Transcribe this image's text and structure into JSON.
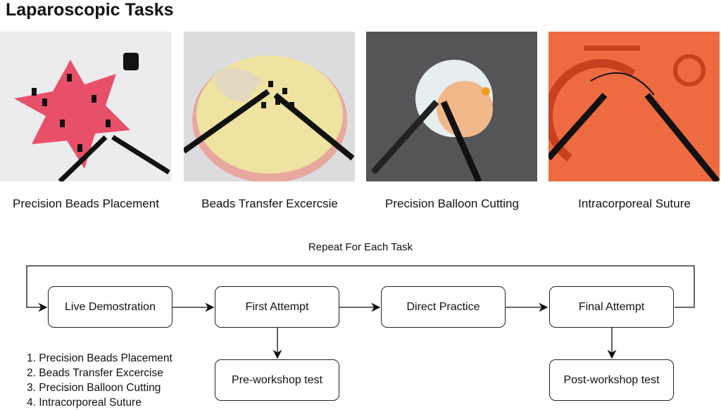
{
  "title": "Laparoscopic Tasks",
  "tasks": [
    {
      "caption": "Precision Beads Placement",
      "photo": "star-pegboard-photo"
    },
    {
      "caption": "Beads Transfer Excercsie",
      "photo": "beads-transfer-photo"
    },
    {
      "caption": "Precision Balloon Cutting",
      "photo": "balloon-cutting-photo"
    },
    {
      "caption": "Intracorporeal Suture",
      "photo": "suture-pad-photo"
    }
  ],
  "flow": {
    "loop_label": "Repeat For Each Task",
    "steps": [
      "Live Demostration",
      "First Attempt",
      "Direct Practice",
      "Final Attempt"
    ],
    "pre_test": "Pre-workshop test",
    "post_test": "Post-workshop test"
  },
  "task_list": [
    "1. Precision Beads Placement",
    "2. Beads Transfer Excercise",
    "3. Precision Balloon Cutting",
    "4. Intracorporeal Suture"
  ]
}
